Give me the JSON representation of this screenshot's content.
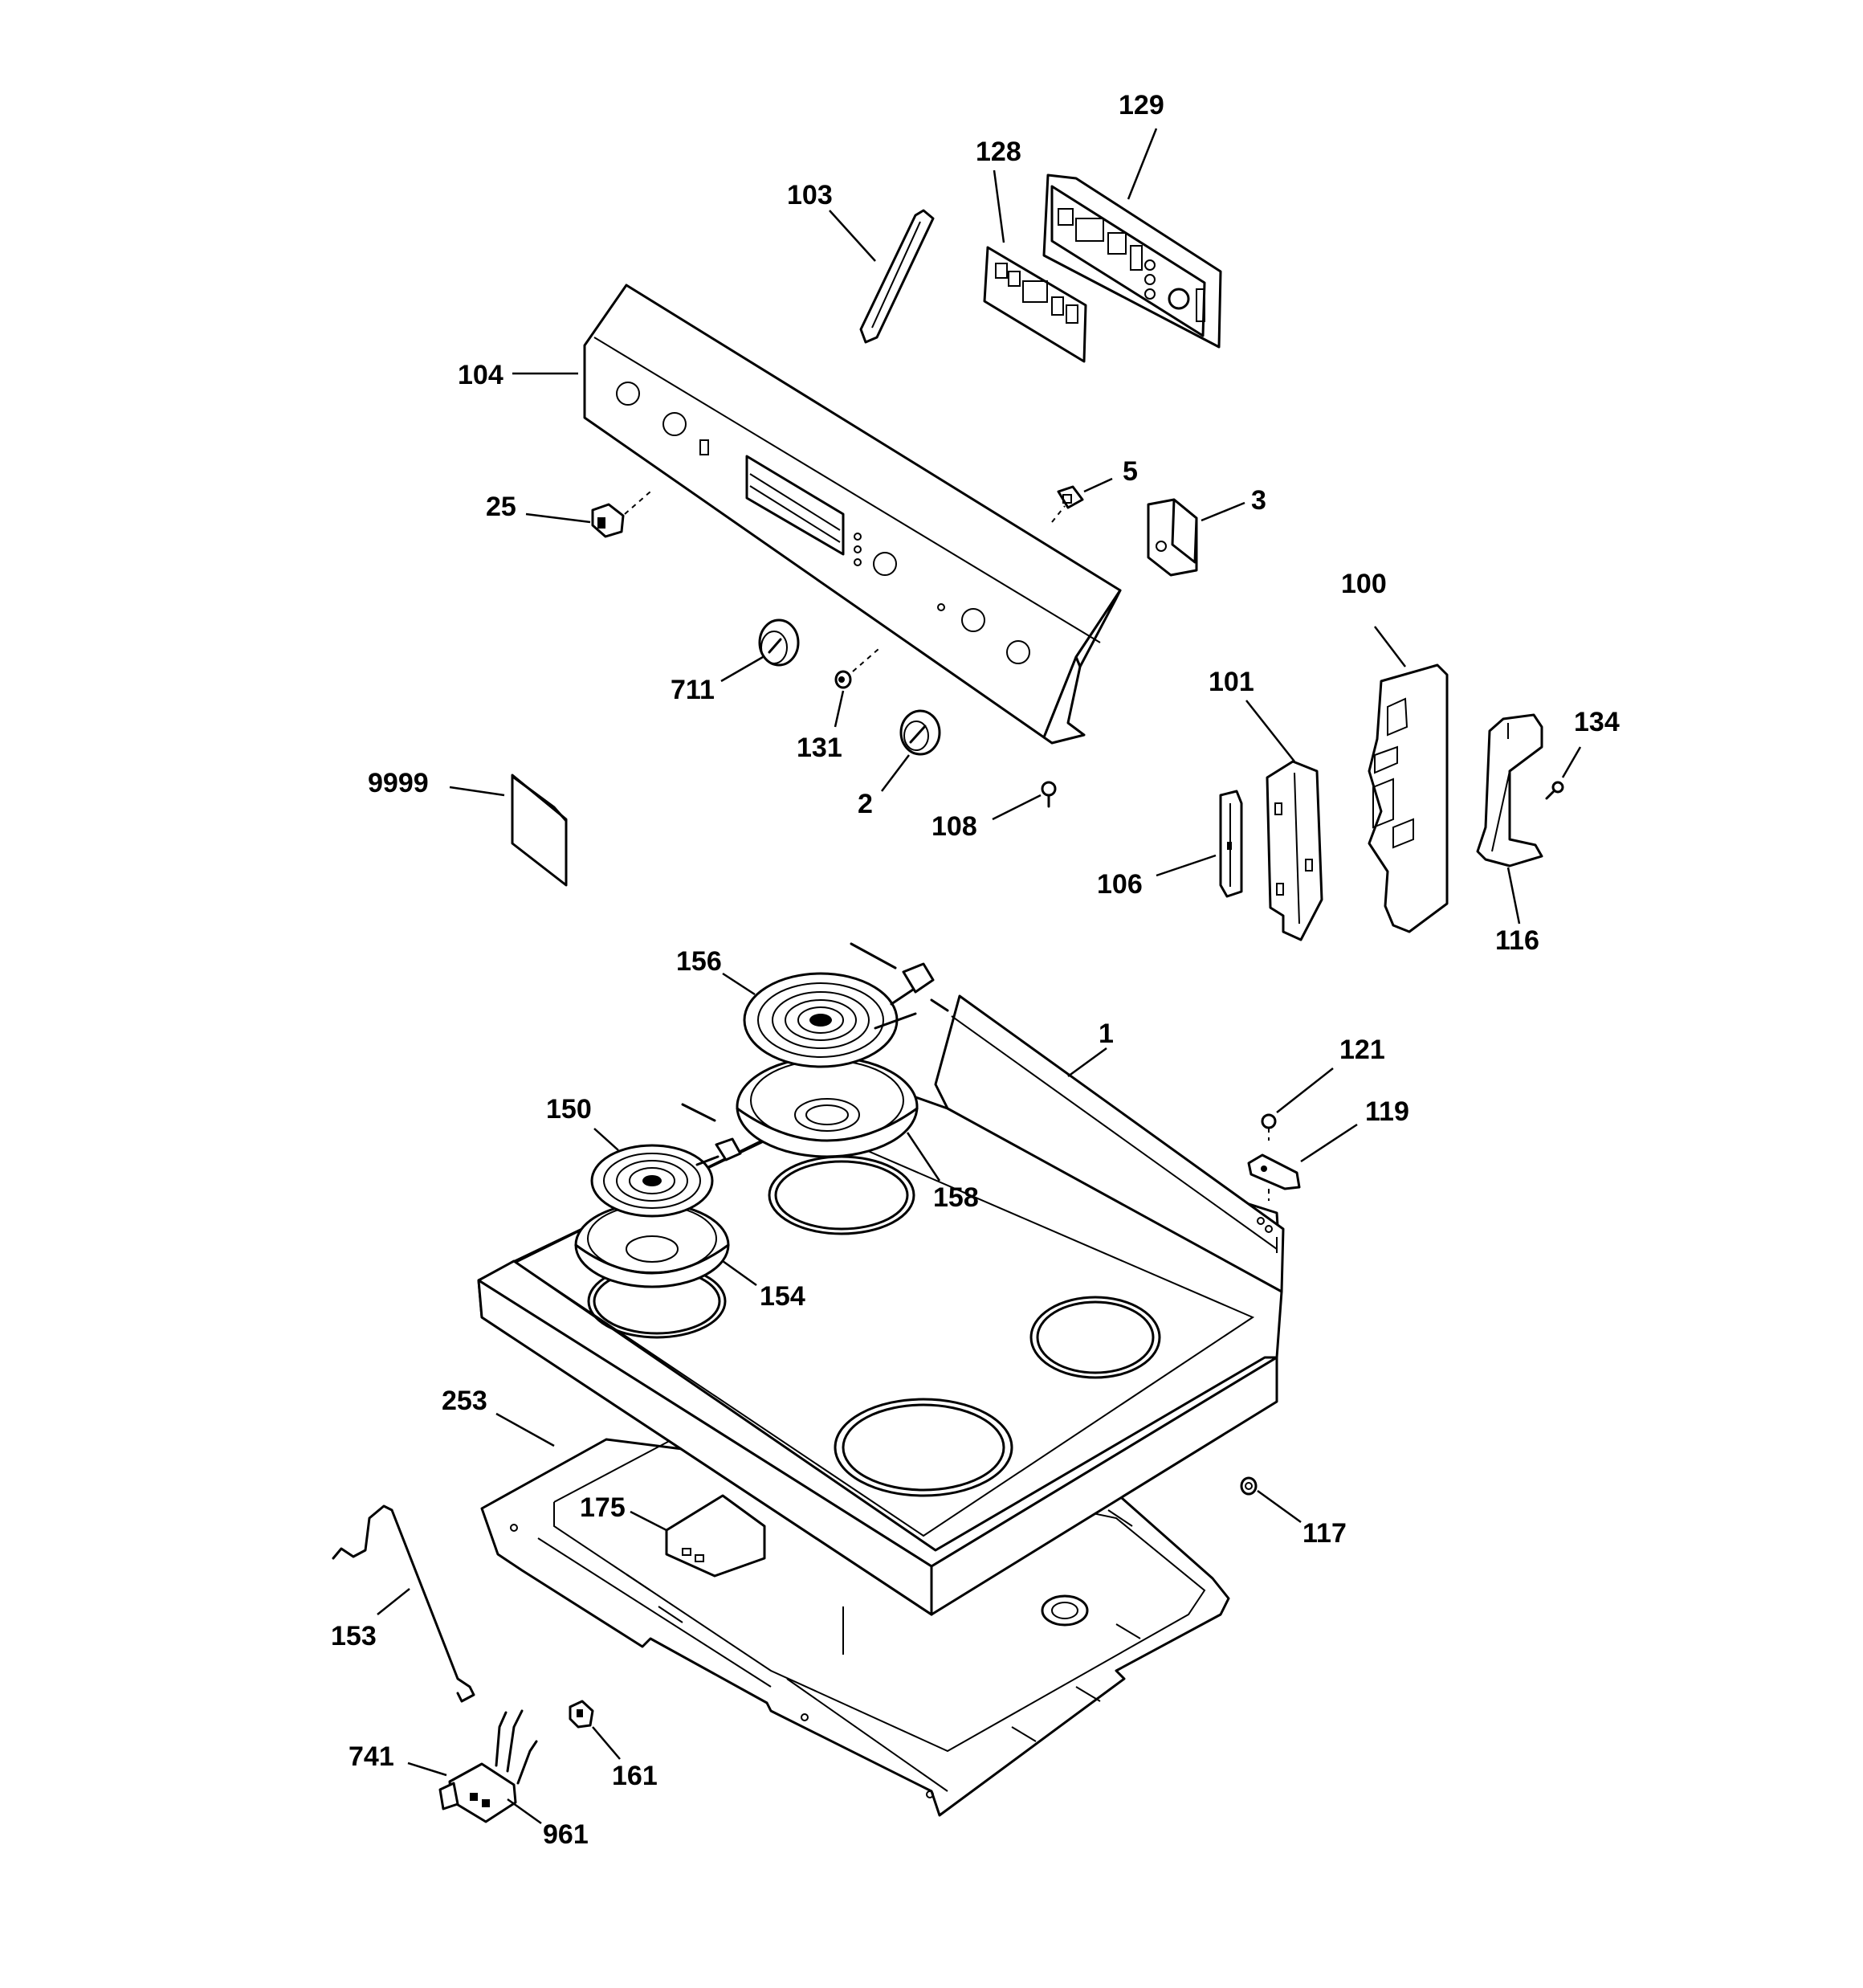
{
  "diagram": {
    "labels": {
      "l129": "129",
      "l128": "128",
      "l103": "103",
      "l104": "104",
      "l5": "5",
      "l3": "3",
      "l25": "25",
      "l100": "100",
      "l101": "101",
      "l134": "134",
      "l711": "711",
      "l131": "131",
      "l2": "2",
      "l108": "108",
      "l9999": "9999",
      "l106": "106",
      "l116": "116",
      "l156": "156",
      "l1": "1",
      "l121": "121",
      "l119": "119",
      "l150": "150",
      "l158": "158",
      "l154": "154",
      "l253": "253",
      "l175": "175",
      "l117": "117",
      "l153": "153",
      "l741": "741",
      "l161": "161",
      "l961": "961"
    }
  }
}
